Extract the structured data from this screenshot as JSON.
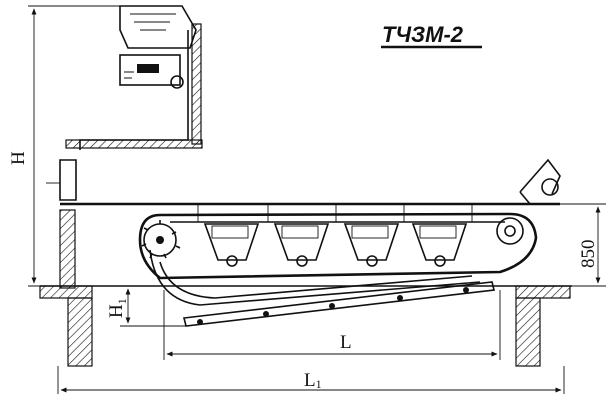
{
  "title": "ТЧЗМ-2",
  "dimensions": {
    "h": "H",
    "h1_main": "H",
    "h1_sub": "1",
    "l": "L",
    "l1_main": "L",
    "l1_sub": "1",
    "height_850": "850"
  }
}
